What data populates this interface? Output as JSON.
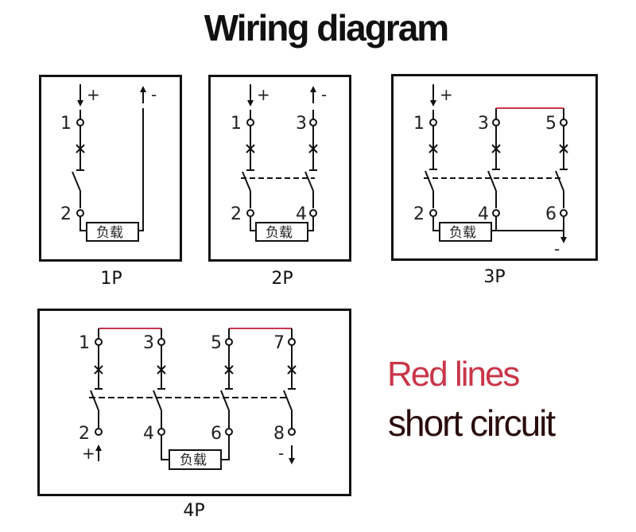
{
  "title": "Wiring diagram",
  "colors": {
    "short_circuit": "#c9364a",
    "wire": "#111111"
  },
  "load_label": "负载",
  "panels": {
    "p1": {
      "label": "1P",
      "terminals": [
        "1",
        "2"
      ],
      "plus": "+",
      "minus": "-"
    },
    "p2": {
      "label": "2P",
      "terminals": [
        "1",
        "2",
        "3",
        "4"
      ],
      "plus": "+",
      "minus": "-"
    },
    "p3": {
      "label": "3P",
      "terminals": [
        "1",
        "2",
        "3",
        "4",
        "5",
        "6"
      ],
      "plus": "+",
      "minus": "-"
    },
    "p4": {
      "label": "4P",
      "terminals": [
        "1",
        "2",
        "3",
        "4",
        "5",
        "6",
        "7",
        "8"
      ],
      "plus": "+",
      "minus": "-"
    }
  },
  "legend": {
    "line1": "Red lines",
    "line2": "short circuit"
  }
}
